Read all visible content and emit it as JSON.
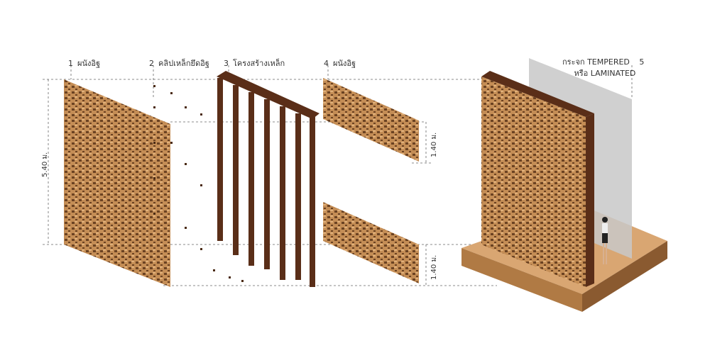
{
  "labels": [
    {
      "num": "1",
      "text": "ผนังอิฐ"
    },
    {
      "num": "2",
      "text": "คลิปเหล็กยึดอิฐ"
    },
    {
      "num": "3",
      "text": "โครงสร้างเหล็ก"
    },
    {
      "num": "4",
      "text": "ผนังอิฐ"
    },
    {
      "num": "5",
      "text": "กระจก TEMPERED",
      "text2": "หรือ LAMINATED"
    }
  ],
  "dimensions": {
    "height": "5.40 ม.",
    "module_top": "1.40 ม.",
    "module_bottom": "1.40 ม."
  },
  "colors": {
    "brick": "#b7804a",
    "brick_dark": "#6b4222",
    "steel": "#5a2e18",
    "glass": "#c8c8c8",
    "floor": "#d9a672"
  }
}
